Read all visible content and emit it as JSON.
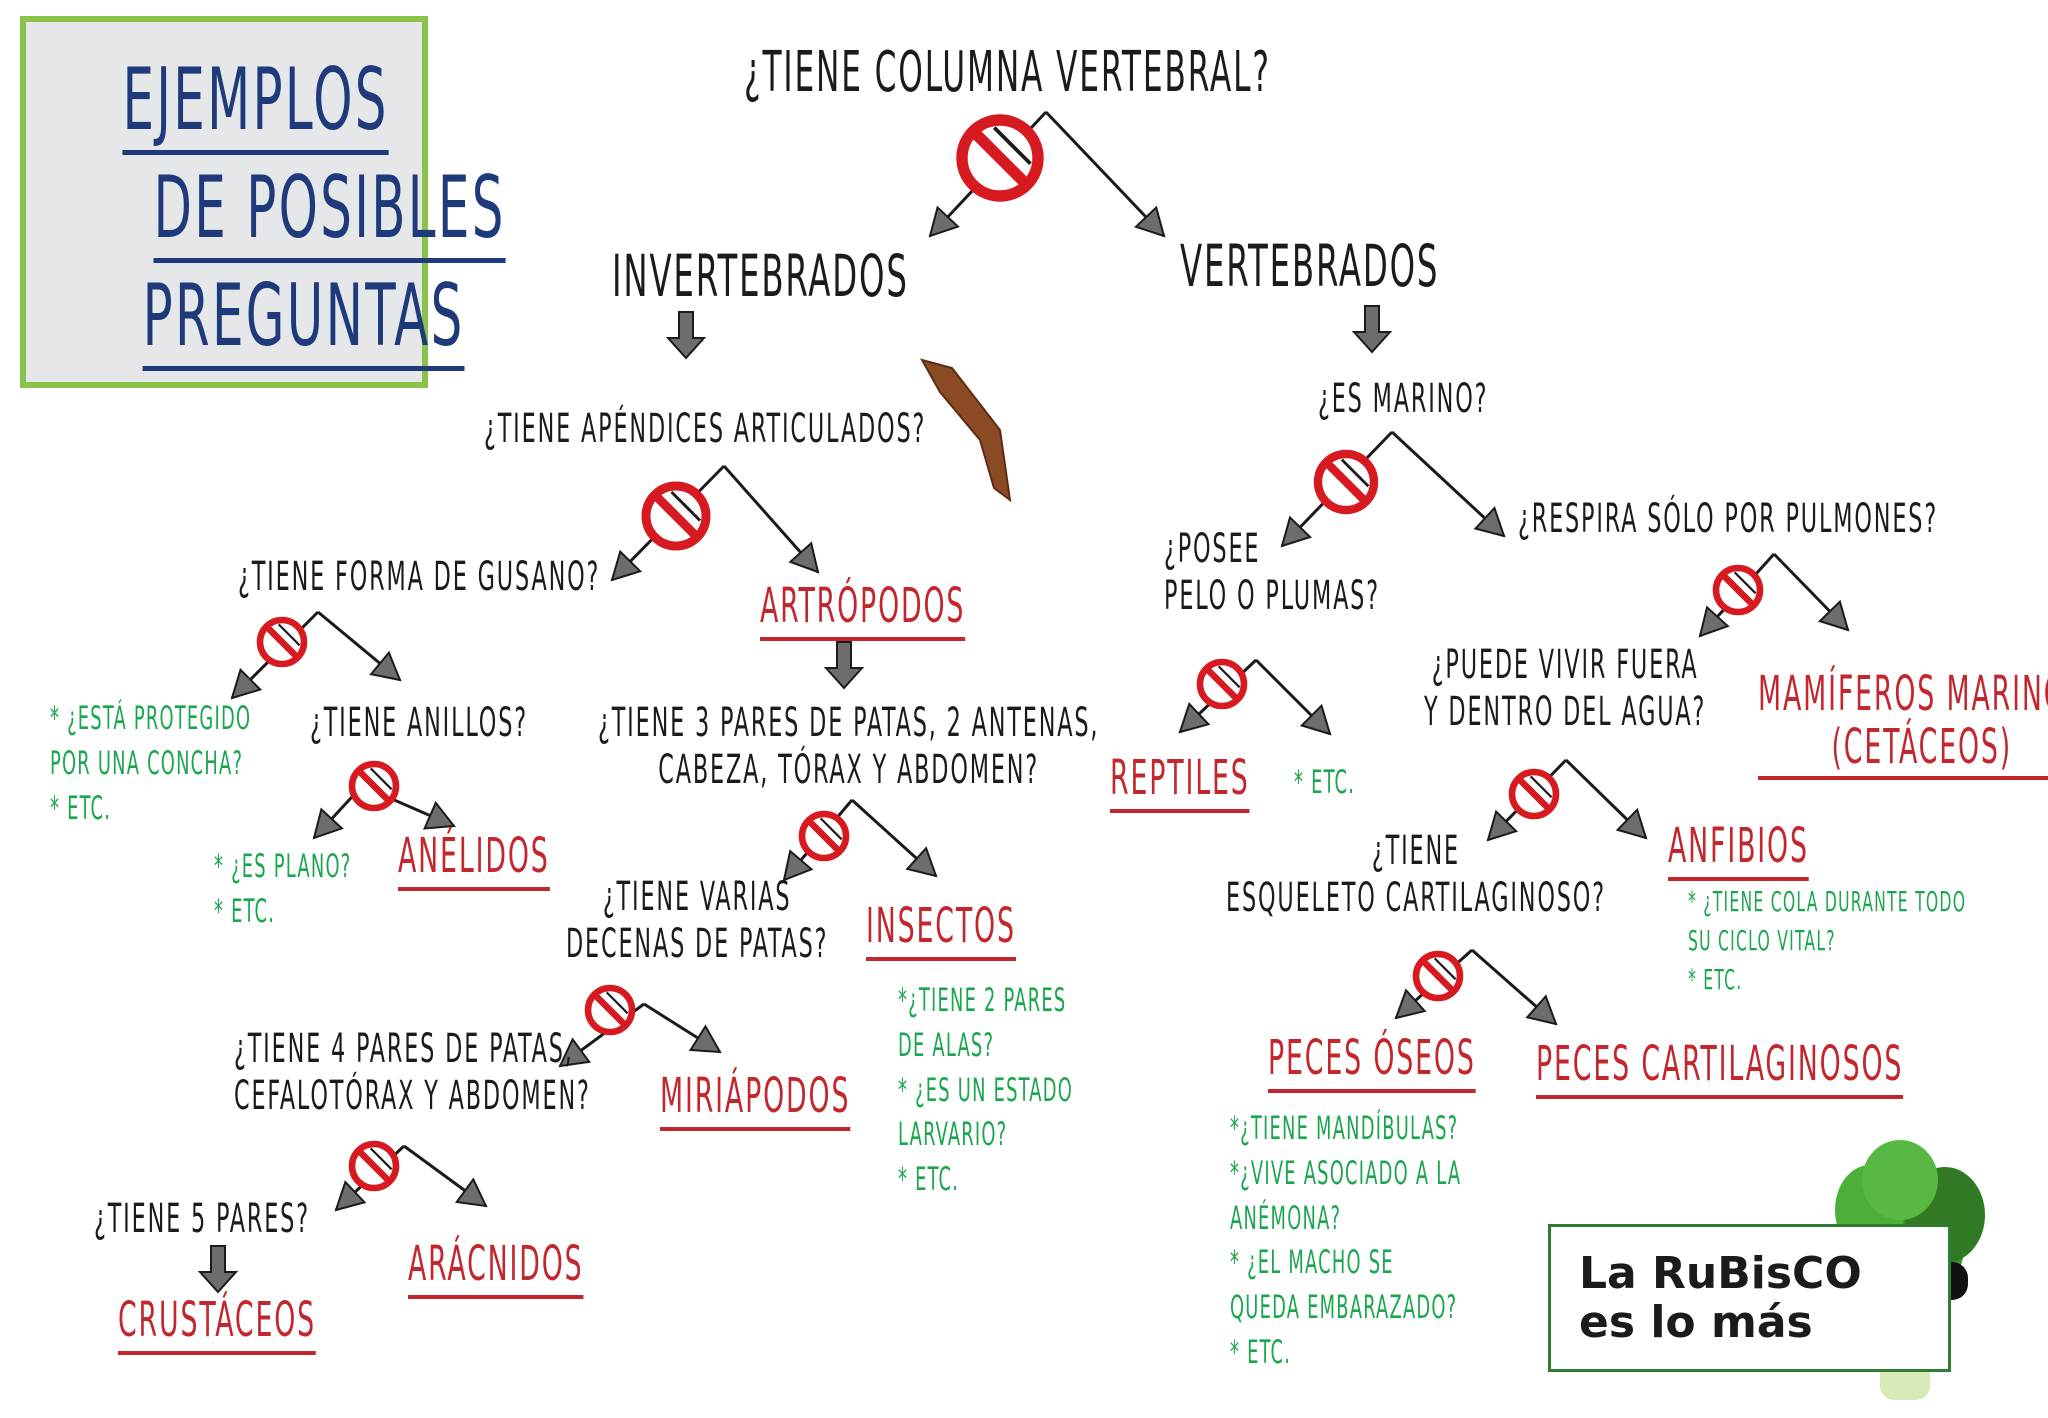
{
  "title": {
    "lines": [
      "EJEMPLOS",
      "DE POSIBLES",
      "PREGUNTAS"
    ]
  },
  "nodes": {
    "q_vertebral": "¿TIENE COLUMNA VERTEBRAL?",
    "invertebrados": "INVERTEBRADOS",
    "vertebrados": "VERTEBRADOS",
    "q_apendices": "¿TIENE APÉNDICES ARTICULADOS?",
    "q_gusano": "¿TIENE FORMA DE GUSANO?",
    "artropodos": "ARTRÓPODOS",
    "q_anillos": "¿TIENE ANILLOS?",
    "anelidos": "ANÉLIDOS",
    "q_insecto": "¿TIENE 3 PARES DE PATAS, 2 ANTENAS,\nCABEZA, TÓRAX Y ABDOMEN?",
    "q_decenas": "¿TIENE VARIAS\nDECENAS DE PATAS?",
    "insectos": "INSECTOS",
    "q_cuatro_pares": "¿TIENE 4 PARES DE PATAS,\nCEFALOTÓRAX Y ABDOMEN?",
    "miriapodos": "MIRIÁPODOS",
    "q_cinco_pares": "¿TIENE 5 PARES?",
    "aracnidos": "ARÁCNIDOS",
    "crustaceos": "CRUSTÁCEOS",
    "q_marino": "¿ES MARINO?",
    "q_pelo": "¿POSEE\nPELO O PLUMAS?",
    "q_pulmones": "¿RESPIRA SÓLO POR PULMONES?",
    "reptiles": "REPTILES",
    "q_fuera_dentro": "¿PUEDE VIVIR FUERA\nY DENTRO DEL AGUA?",
    "mamiferos_marinos": "MAMÍFEROS MARINOS\n(CETÁCEOS)",
    "q_cartilaginoso": "¿TIENE\nESQUELETO CARTILAGINOSO?",
    "anfibios": "ANFIBIOS",
    "peces_oseos": "PECES ÓSEOS",
    "peces_cartilaginosos": "PECES CARTILAGINOSOS"
  },
  "hints": {
    "concha": "* ¿ESTÁ PROTEGIDO\nPOR UNA CONCHA?\n* ETC.",
    "plano": "* ¿ES PLANO?\n* ETC.",
    "insectos": "*¿TIENE 2 PARES\nDE ALAS?\n* ¿ES UN ESTADO\nLARVARIO?\n* ETC.",
    "reptiles": "* ETC.",
    "anfibios": "* ¿TIENE COLA DURANTE TODO\nSU CICLO VITAL?\n* ETC.",
    "peces": "*¿TIENE MANDÍBULAS?\n*¿VIVE ASOCIADO A LA\nANÉMONA?\n* ¿EL MACHO SE\nQUEDA EMBARAZADO?\n* ETC."
  },
  "logo": {
    "text": "La RuBisCO\nes lo más"
  },
  "colors": {
    "question": "#1b1b1b",
    "result": "#c1272d",
    "hint": "#1aa64d",
    "title": "#1f3a7a",
    "title_border": "#8bc34a",
    "title_bg": "#e6e7e9",
    "arrow_fill": "#6d6d6d",
    "no_sign": "#d71920"
  },
  "icons": [
    "no-sign-icon",
    "arrow-icon",
    "spinach-sunglasses-icon",
    "leaf-bookmark-icon"
  ]
}
